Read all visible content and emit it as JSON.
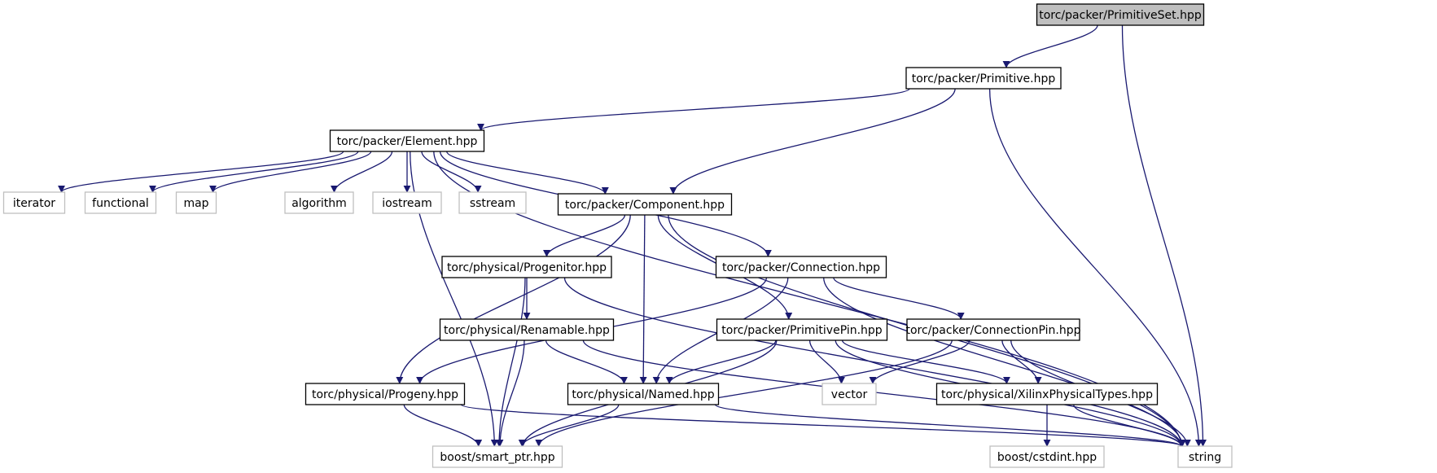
{
  "colors": {
    "edge": "#191970",
    "root_fill": "#bfbfbf",
    "node_fill": "#ffffff",
    "node_border": "#000000",
    "external_border": "#bfbfbf"
  },
  "nodes": [
    {
      "id": "primitiveset",
      "label": "torc/packer/PrimitiveSet.hpp",
      "kind": "root"
    },
    {
      "id": "primitive",
      "label": "torc/packer/Primitive.hpp",
      "kind": "internal"
    },
    {
      "id": "element",
      "label": "torc/packer/Element.hpp",
      "kind": "internal"
    },
    {
      "id": "iterator",
      "label": "iterator",
      "kind": "external"
    },
    {
      "id": "functional",
      "label": "functional",
      "kind": "external"
    },
    {
      "id": "map",
      "label": "map",
      "kind": "external"
    },
    {
      "id": "algorithm",
      "label": "algorithm",
      "kind": "external"
    },
    {
      "id": "iostream",
      "label": "iostream",
      "kind": "external"
    },
    {
      "id": "sstream",
      "label": "sstream",
      "kind": "external"
    },
    {
      "id": "component",
      "label": "torc/packer/Component.hpp",
      "kind": "internal"
    },
    {
      "id": "progenitor",
      "label": "torc/physical/Progenitor.hpp",
      "kind": "internal"
    },
    {
      "id": "connection",
      "label": "torc/packer/Connection.hpp",
      "kind": "internal"
    },
    {
      "id": "renamable",
      "label": "torc/physical/Renamable.hpp",
      "kind": "internal"
    },
    {
      "id": "primitivepin",
      "label": "torc/packer/PrimitivePin.hpp",
      "kind": "internal"
    },
    {
      "id": "connectionpin",
      "label": "torc/packer/ConnectionPin.hpp",
      "kind": "internal"
    },
    {
      "id": "progeny",
      "label": "torc/physical/Progeny.hpp",
      "kind": "internal"
    },
    {
      "id": "named",
      "label": "torc/physical/Named.hpp",
      "kind": "internal"
    },
    {
      "id": "vector",
      "label": "vector",
      "kind": "external"
    },
    {
      "id": "xilinx",
      "label": "torc/physical/XilinxPhysicalTypes.hpp",
      "kind": "internal"
    },
    {
      "id": "smartptr",
      "label": "boost/smart_ptr.hpp",
      "kind": "external"
    },
    {
      "id": "cstdint",
      "label": "boost/cstdint.hpp",
      "kind": "external"
    },
    {
      "id": "string",
      "label": "string",
      "kind": "external"
    }
  ],
  "edges": [
    [
      "primitiveset",
      "primitive"
    ],
    [
      "primitiveset",
      "string"
    ],
    [
      "primitive",
      "element"
    ],
    [
      "primitive",
      "component"
    ],
    [
      "primitive",
      "string"
    ],
    [
      "element",
      "iterator"
    ],
    [
      "element",
      "functional"
    ],
    [
      "element",
      "map"
    ],
    [
      "element",
      "algorithm"
    ],
    [
      "element",
      "iostream"
    ],
    [
      "element",
      "sstream"
    ],
    [
      "element",
      "component"
    ],
    [
      "element",
      "connection"
    ],
    [
      "element",
      "smartptr"
    ],
    [
      "element",
      "string"
    ],
    [
      "component",
      "progenitor"
    ],
    [
      "component",
      "progeny"
    ],
    [
      "component",
      "named"
    ],
    [
      "component",
      "primitivepin"
    ],
    [
      "component",
      "string"
    ],
    [
      "progenitor",
      "renamable"
    ],
    [
      "progenitor",
      "smartptr"
    ],
    [
      "progenitor",
      "string"
    ],
    [
      "connection",
      "progeny"
    ],
    [
      "connection",
      "named"
    ],
    [
      "connection",
      "connectionpin"
    ],
    [
      "connection",
      "string"
    ],
    [
      "renamable",
      "named"
    ],
    [
      "renamable",
      "smartptr"
    ],
    [
      "renamable",
      "string"
    ],
    [
      "primitivepin",
      "named"
    ],
    [
      "primitivepin",
      "vector"
    ],
    [
      "primitivepin",
      "xilinx"
    ],
    [
      "primitivepin",
      "smartptr"
    ],
    [
      "primitivepin",
      "string"
    ],
    [
      "connectionpin",
      "vector"
    ],
    [
      "connectionpin",
      "xilinx"
    ],
    [
      "connectionpin",
      "smartptr"
    ],
    [
      "connectionpin",
      "string"
    ],
    [
      "progeny",
      "smartptr"
    ],
    [
      "progeny",
      "string"
    ],
    [
      "named",
      "smartptr"
    ],
    [
      "named",
      "string"
    ],
    [
      "xilinx",
      "cstdint"
    ],
    [
      "xilinx",
      "string"
    ]
  ]
}
